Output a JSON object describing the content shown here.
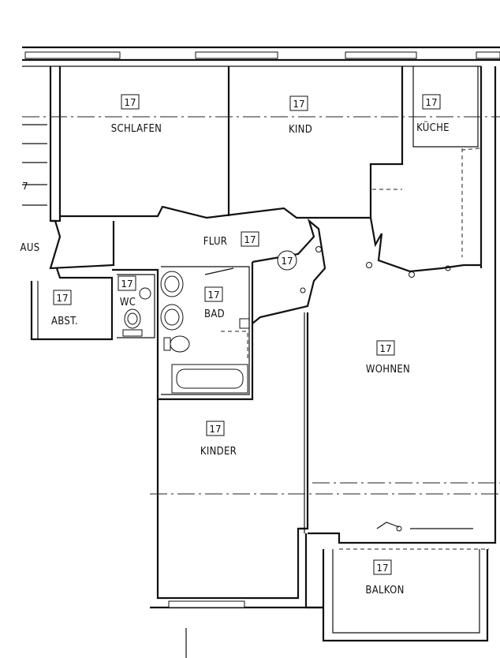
{
  "rooms": [
    {
      "id": "schlafen",
      "name": "SCHLAFEN",
      "tag": "17"
    },
    {
      "id": "kind",
      "name": "KIND",
      "tag": "17"
    },
    {
      "id": "kueche",
      "name": "KÜCHE",
      "tag": "17"
    },
    {
      "id": "flur",
      "name": "FLUR",
      "tag": "17"
    },
    {
      "id": "abst",
      "name": "ABST.",
      "tag": "17"
    },
    {
      "id": "wc",
      "name": "WC",
      "tag": "17"
    },
    {
      "id": "bad",
      "name": "BAD",
      "tag": "17"
    },
    {
      "id": "wohnen",
      "name": "WOHNEN",
      "tag": "17"
    },
    {
      "id": "kinder",
      "name": "KINDER",
      "tag": "17"
    },
    {
      "id": "balkon",
      "name": "BALKON",
      "tag": "17"
    }
  ],
  "circle_tag": "17",
  "edge_labels": {
    "aus": "AUS",
    "stair": "7"
  }
}
